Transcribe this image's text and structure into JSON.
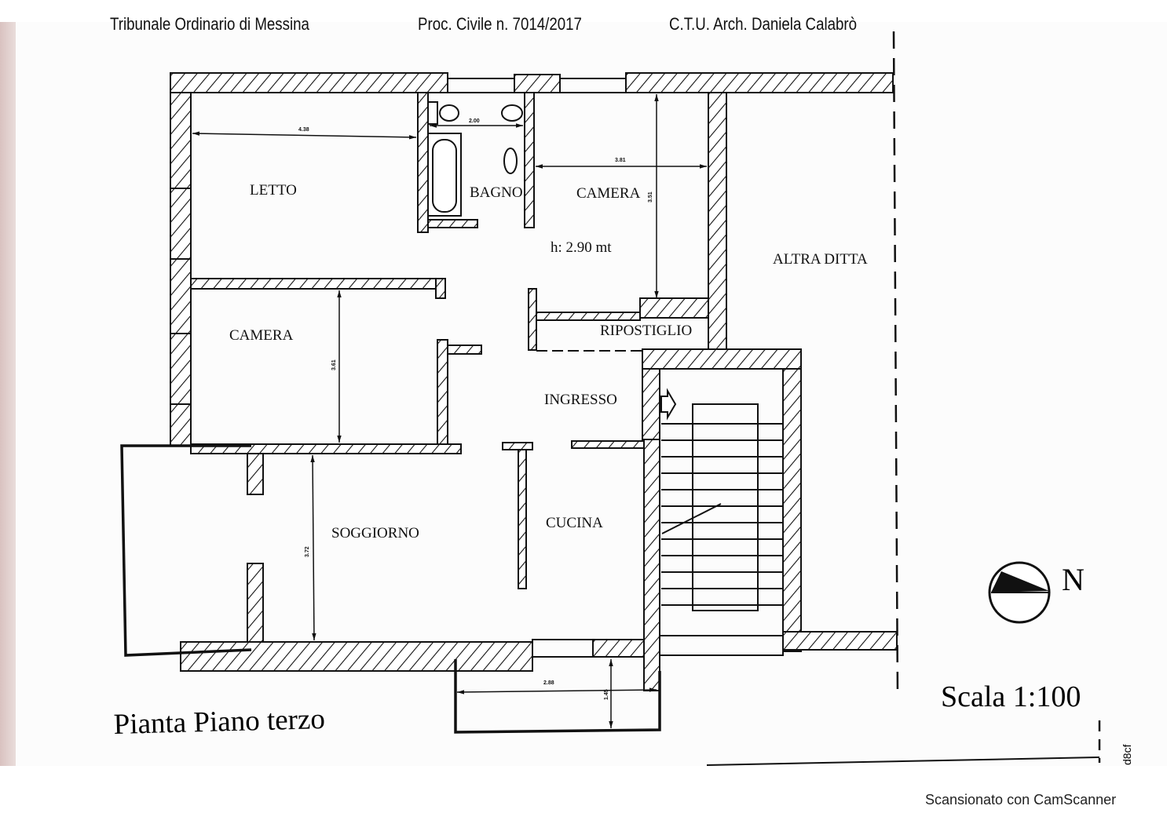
{
  "header": {
    "court": "Tribunale Ordinario di Messina",
    "case": "Proc. Civile n. 7014/2017",
    "ctu": "C.T.U. Arch. Daniela Calabrò"
  },
  "rooms": {
    "letto": "LETTO",
    "bagno": "BAGNO",
    "camera_1": "CAMERA",
    "camera_2": "CAMERA",
    "ripostiglio": "RIPOSTIGLIO",
    "ingresso": "INGRESSO",
    "soggiorno": "SOGGIORNO",
    "cucina": "CUCINA",
    "altra_ditta": "ALTRA DITTA"
  },
  "height_note": "h: 2.90 mt",
  "dimensions": {
    "letto_width": "4.38",
    "bagno_width": "2.00",
    "camera_width": "3.81",
    "camera_depth": "3.51",
    "camera2_depth": "3.61",
    "soggiorno_depth": "3.72",
    "balcony_width": "2.88",
    "balcony_depth": "1.45"
  },
  "plan_title": "Pianta Piano terzo",
  "scale": "Scala 1:100",
  "north_label": "N",
  "scan_code": "d8cf",
  "footer": "Scansionato con CamScanner"
}
